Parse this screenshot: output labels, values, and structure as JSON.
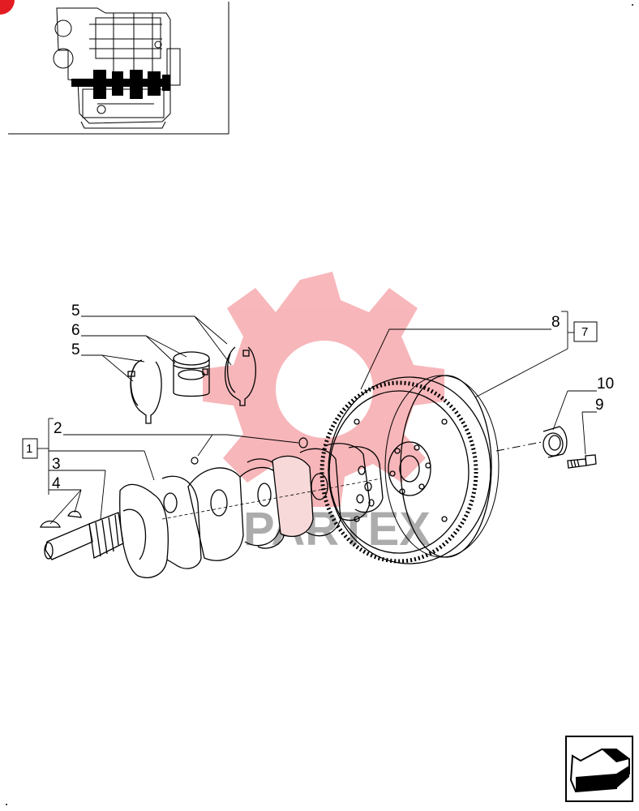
{
  "thumbnail": {
    "caption": ""
  },
  "callouts": {
    "c1": "1",
    "c2": "2",
    "c3": "3",
    "c4": "4",
    "c5a": "5",
    "c6": "6",
    "c5b": "5",
    "c7": "7",
    "c8": "8",
    "c9": "9",
    "c10": "10"
  },
  "watermark": {
    "text": "PARTEX",
    "color": "#e8202a"
  },
  "nav": {
    "icon": "next-page-arrow-icon"
  },
  "colors": {
    "line": "#000000",
    "watermark": "#f3b7b7",
    "corner_mark": "#e31b23"
  }
}
